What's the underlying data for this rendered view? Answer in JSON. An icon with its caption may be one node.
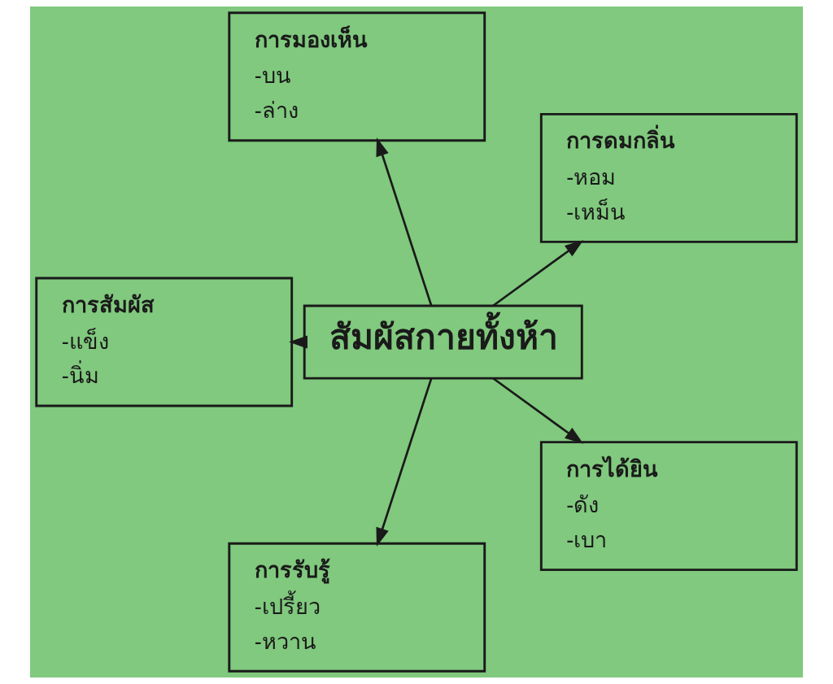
{
  "diagram": {
    "nodes": [
      {
        "text": [
          "การมองเห็น",
          "-บน",
          "-ล่าง"
        ]
      },
      {
        "text": [
          "การสัมผัส",
          "-แข็ง",
          "-นิ่ม"
        ]
      },
      {
        "text": [
          "สัมผัสกายทั้งห้า"
        ]
      },
      {
        "text": [
          "การดมกลิ่น",
          "-หอม",
          "-เหม็น"
        ]
      },
      {
        "text": [
          "การรับรู้",
          "-เปรี้ยว",
          "-หวาน"
        ]
      },
      {
        "text": [
          "การได้ยิน",
          "-ดัง",
          "-เบา"
        ]
      }
    ],
    "edges": [
      {
        "from": 2,
        "to": 0,
        "arrow": "to"
      },
      {
        "from": 2,
        "to": 1,
        "arrow": "to"
      },
      {
        "from": 2,
        "to": 3,
        "arrow": "to"
      },
      {
        "from": 2,
        "to": 4,
        "arrow": "to"
      },
      {
        "from": 2,
        "to": 5,
        "arrow": "to"
      }
    ]
  }
}
